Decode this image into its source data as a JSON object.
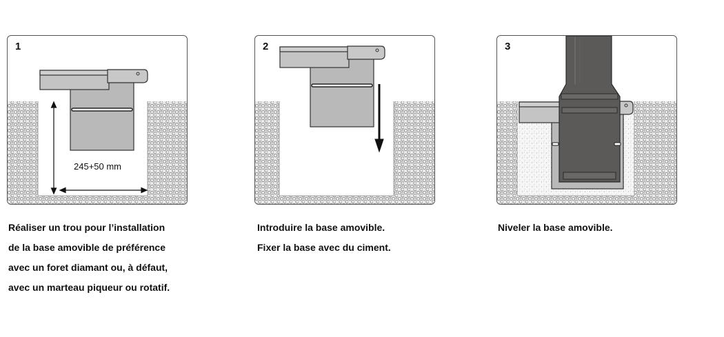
{
  "steps": [
    {
      "number": "1",
      "dimension_label": "245+50 mm",
      "caption_lines": [
        "Réaliser un trou pour l’installation",
        "de la base amovible de préférence",
        "avec un foret diamant ou, à défaut,",
        "avec un marteau piqueur ou rotatif."
      ]
    },
    {
      "number": "2",
      "caption_lines": [
        "Introduire la base amovible.",
        "Fixer la base avec du ciment."
      ]
    },
    {
      "number": "3",
      "caption_lines": [
        "Niveler la base amovible."
      ]
    }
  ],
  "colors": {
    "base_gray": "#b9b9b9",
    "post_dark": "#5c5a58",
    "gravel_light": "#e8e8e8",
    "outline": "#333333"
  }
}
